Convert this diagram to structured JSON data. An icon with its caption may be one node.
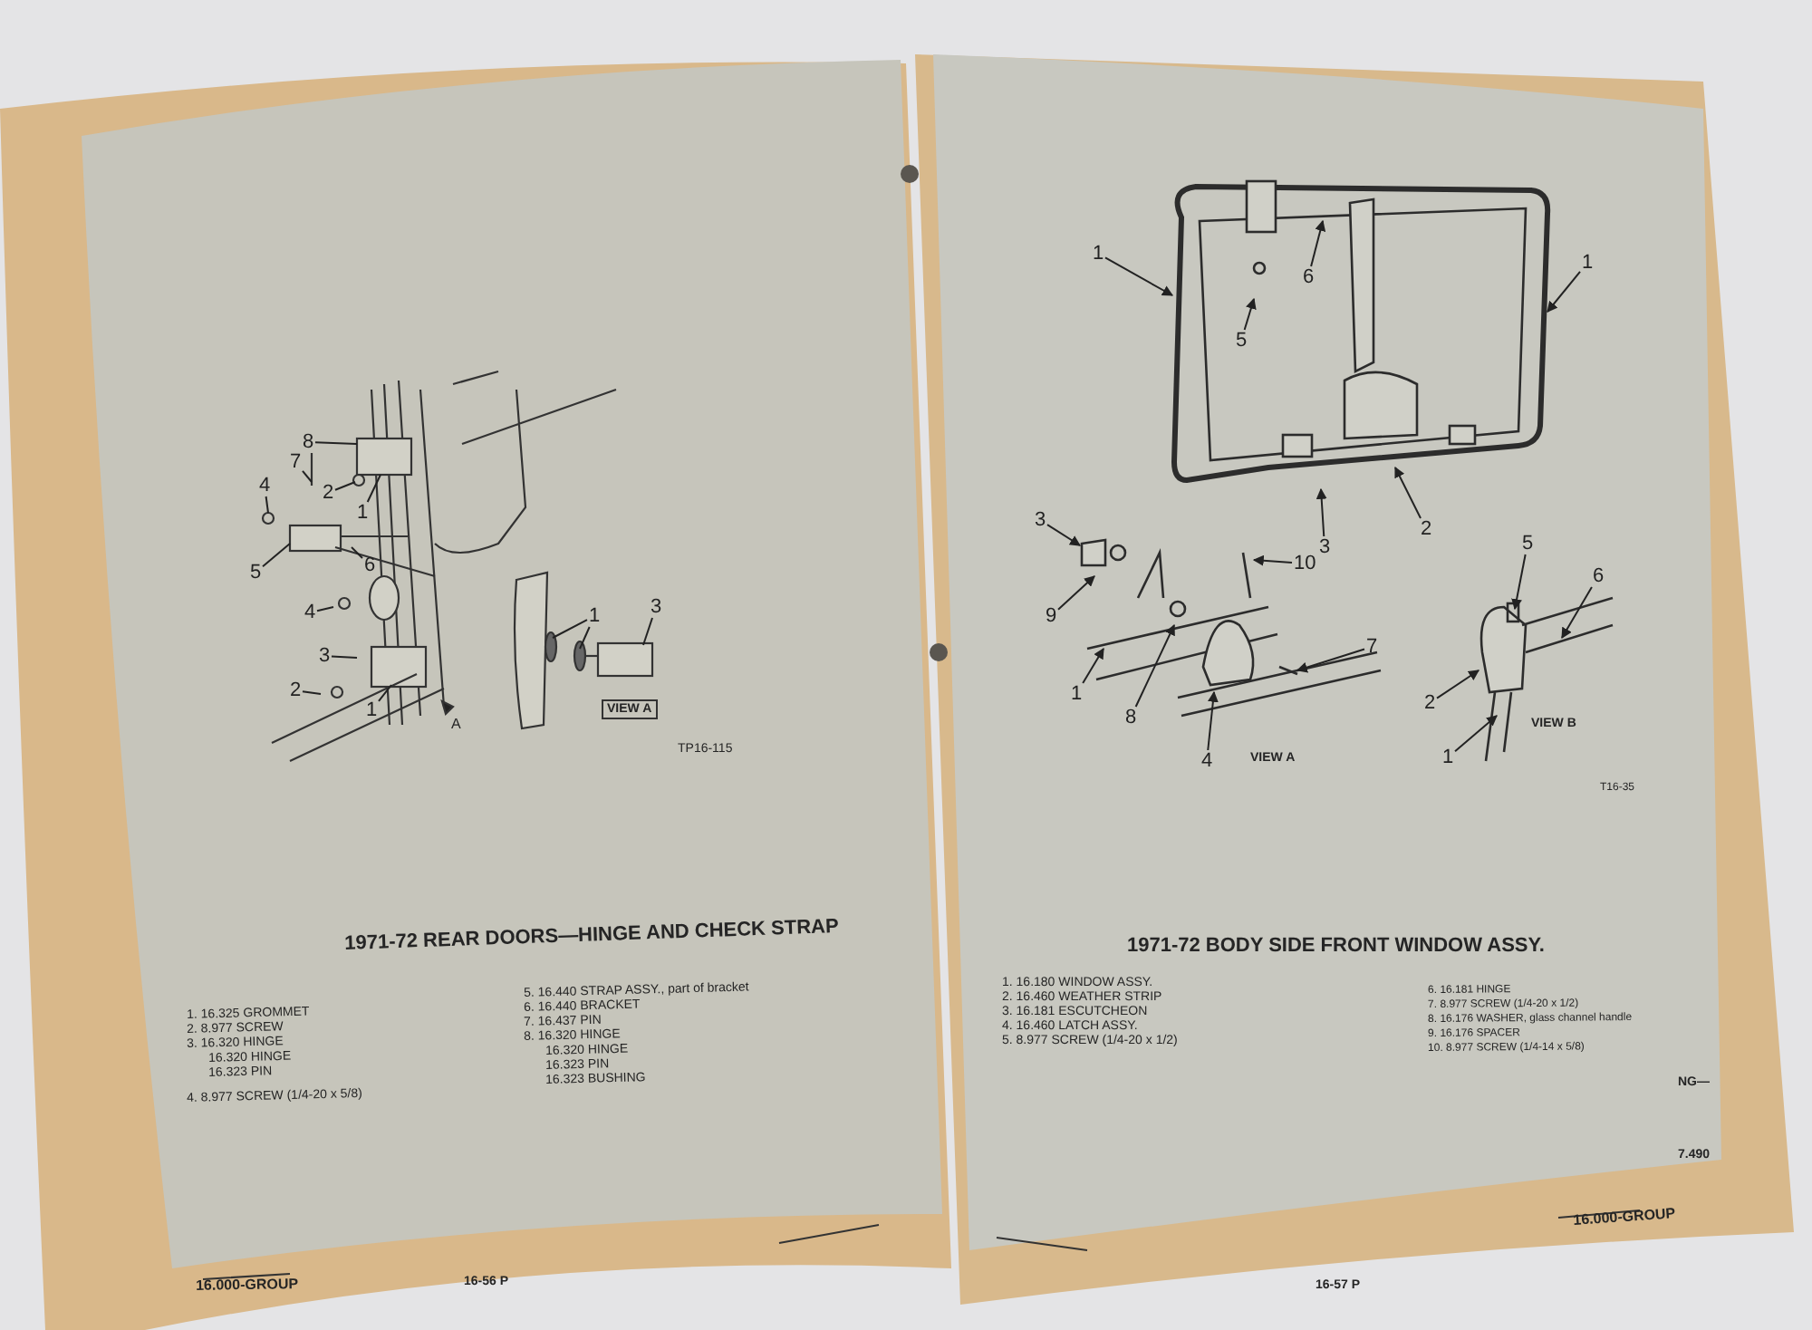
{
  "diagram": {
    "nodes": [
      {
        "text": [
          "8"
        ]
      },
      {
        "text": [
          "7"
        ]
      },
      {
        "text": [
          "4"
        ]
      },
      {
        "text": [
          "2"
        ]
      },
      {
        "text": [
          "1"
        ]
      },
      {
        "text": [
          "5"
        ]
      },
      {
        "text": [
          "6"
        ]
      },
      {
        "text": [
          "4"
        ]
      },
      {
        "text": [
          "3"
        ]
      },
      {
        "text": [
          "2"
        ]
      },
      {
        "text": [
          "1"
        ]
      },
      {
        "text": [
          "1"
        ]
      },
      {
        "text": [
          "3"
        ]
      },
      {
        "text": [
          "1"
        ]
      },
      {
        "text": [
          "6"
        ]
      },
      {
        "text": [
          "5"
        ]
      },
      {
        "text": [
          "1"
        ]
      },
      {
        "text": [
          "3"
        ]
      },
      {
        "text": [
          "9"
        ]
      },
      {
        "text": [
          "1"
        ]
      },
      {
        "text": [
          "3"
        ]
      },
      {
        "text": [
          "2"
        ]
      },
      {
        "text": [
          "10"
        ]
      },
      {
        "text": [
          "8"
        ]
      },
      {
        "text": [
          "7"
        ]
      },
      {
        "text": [
          "4"
        ]
      },
      {
        "text": [
          "5"
        ]
      },
      {
        "text": [
          "6"
        ]
      },
      {
        "text": [
          "2"
        ]
      },
      {
        "text": [
          "1"
        ]
      }
    ],
    "edges": [
      {
        "from": 0,
        "to": null,
        "arrow": "none"
      },
      {
        "from": 1,
        "to": null,
        "arrow": "none"
      },
      {
        "from": 2,
        "to": null,
        "arrow": "none"
      },
      {
        "from": 3,
        "to": null,
        "arrow": "none"
      },
      {
        "from": 4,
        "to": null,
        "arrow": "none"
      },
      {
        "from": 5,
        "to": null,
        "arrow": "none"
      },
      {
        "from": 6,
        "to": null,
        "arrow": "none"
      },
      {
        "from": 7,
        "to": null,
        "arrow": "none"
      },
      {
        "from": 8,
        "to": null,
        "arrow": "none"
      },
      {
        "from": 9,
        "to": null,
        "arrow": "none"
      },
      {
        "from": 10,
        "to": null,
        "arrow": "none"
      },
      {
        "from": 11,
        "to": null,
        "arrow": "none"
      },
      {
        "from": 11,
        "to": null,
        "arrow": "none"
      },
      {
        "from": 12,
        "to": null,
        "arrow": "none"
      },
      {
        "from": 13,
        "to": null,
        "arrow": "to"
      },
      {
        "from": 14,
        "to": null,
        "arrow": "to"
      },
      {
        "from": 15,
        "to": null,
        "arrow": "to"
      },
      {
        "from": 16,
        "to": null,
        "arrow": "to"
      },
      {
        "from": 17,
        "to": null,
        "arrow": "to"
      },
      {
        "from": 18,
        "to": null,
        "arrow": "to"
      },
      {
        "from": 19,
        "to": null,
        "arrow": "to"
      },
      {
        "from": 20,
        "to": null,
        "arrow": "to"
      },
      {
        "from": 21,
        "to": null,
        "arrow": "to"
      },
      {
        "from": 22,
        "to": null,
        "arrow": "to"
      },
      {
        "from": 23,
        "to": null,
        "arrow": "to"
      },
      {
        "from": 24,
        "to": null,
        "arrow": "to"
      },
      {
        "from": 25,
        "to": null,
        "arrow": "to"
      },
      {
        "from": 26,
        "to": null,
        "arrow": "to"
      },
      {
        "from": 27,
        "to": null,
        "arrow": "to"
      },
      {
        "from": 28,
        "to": null,
        "arrow": "to"
      },
      {
        "from": 29,
        "to": null,
        "arrow": "to"
      }
    ],
    "labels": [
      "A",
      "VIEW A",
      "TP16-115",
      "1971-72 REAR DOORS—HINGE AND CHECK STRAP",
      "1. 16.325 GROMMET",
      "2. 8.977 SCREW",
      "3. 16.320 HINGE",
      "16.320 HINGE",
      "16.323 PIN",
      "4. 8.977 SCREW (1/4-20 x 5/8)",
      "5. 16.440 STRAP ASSY., part of bracket",
      "6. 16.440 BRACKET",
      "7. 16.437 PIN",
      "8. 16.320 HINGE",
      "16.320 HINGE",
      "16.323 PIN",
      "16.323 BUSHING",
      "VIEW A",
      "VIEW B",
      "T16-35",
      "1971-72 BODY SIDE FRONT WINDOW ASSY.",
      "1. 16.180 WINDOW ASSY.",
      "2. 16.460 WEATHER STRIP",
      "3. 16.181 ESCUTCHEON",
      "4. 16.460 LATCH ASSY.",
      "5. 8.977 SCREW (1/4-20 x 1/2)",
      "6. 16.181 HINGE",
      "7. 8.977 SCREW (1/4-20 x 1/2)",
      "8. 16.176 WASHER, glass channel handle",
      "9. 16.176 SPACER",
      "10. 8.977 SCREW (1/4-14 x 5/8)",
      "16.000-GROUP",
      "16-56 P",
      "16-57 P",
      "16.000-GROUP",
      "NG—",
      "7.490"
    ]
  }
}
